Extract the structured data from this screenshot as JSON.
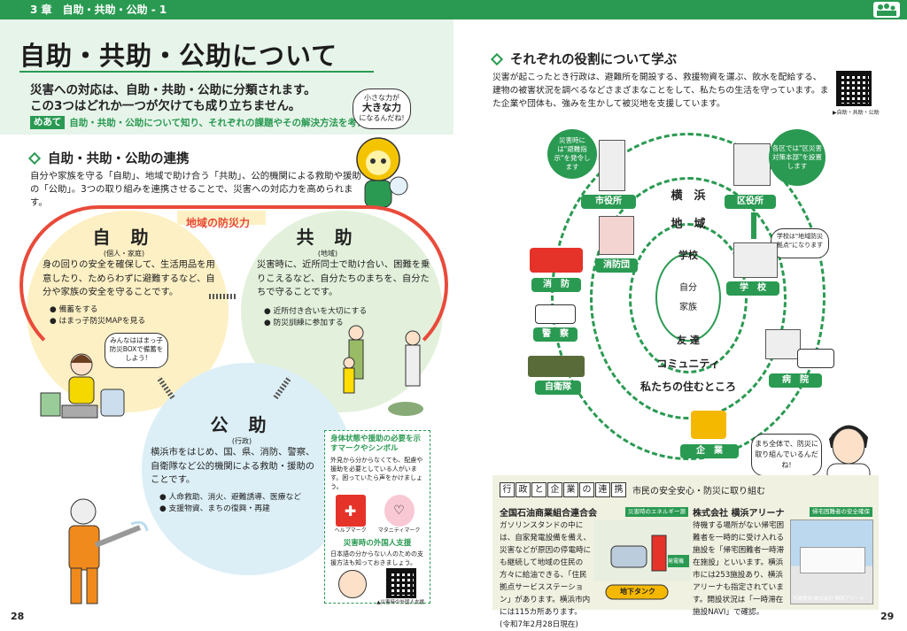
{
  "header": {
    "chapter": "3 章　自助・共助・公助 - 1"
  },
  "left": {
    "title": "自助・共助・公助について",
    "lead1": "災害への対応は、自助・共助・公助に分類されます。",
    "lead2": "この3つはどれか一つが欠けても成り立ちません。",
    "meate_tag": "めあて",
    "meate_text": "自助・共助・公助について知り、それぞれの課題やその解決方法を考える。",
    "bubble": {
      "a": "小さな力が",
      "b": "大きな力",
      "c": "になるんだね!"
    },
    "section": "自助・共助・公助の連携",
    "body": "自分や家族を守る「自助」、地域で助け合う「共助」、公的機関による救助や援助の「公助」。3つの取り組みを連携させることで、災害への対応力を高められます。",
    "bousai": "地域の防災力",
    "jijo": {
      "title": "自 助",
      "sub": "(個人・家庭)",
      "text": "身の回りの安全を確保して、生活用品を用意したり、ためらわずに避難するなど、自分や家族の安全を守ることです。",
      "b1": "備蓄をする",
      "b2": "はまっ子防災MAPを見る",
      "speech": "みんなははまっ子防災BOXで備蓄をしよう!"
    },
    "kyojo": {
      "title": "共 助",
      "sub": "(地域)",
      "text": "災害時に、近所同士で助け合い、困難を乗りこえるなど、自分たちのまちを、自分たちで守ることです。",
      "b1": "近所付き合いを大切にする",
      "b2": "防災訓練に参加する"
    },
    "kojo": {
      "title": "公 助",
      "sub": "(行政)",
      "text": "横浜市をはじめ、国、県、消防、警察、自衛隊など公的機関による救助・援助のことです。",
      "b1": "人命救助、消火、避難誘導、医療など",
      "b2": "支援物資、まちの復興・再建"
    },
    "sidebox": {
      "t1": "身体状態や援助の必要を示すマークやシンボル",
      "x1": "外見から分からなくても、配慮や援助を必要としている人がいます。困っていたら声をかけましょう。",
      "m1": "ヘルプマーク",
      "m2": "マタニティマーク",
      "t2": "災害時の外国人支援",
      "x2": "日本語の分からない人のための支援方法も知っておきましょう。",
      "src": "▲災害時の外国人支援"
    },
    "page": "28"
  },
  "right": {
    "qr_caption": "▶自助・共助・公助",
    "section": "それぞれの役割について学ぶ",
    "text": "災害が起こったとき行政は、避難所を開設する、救援物資を運ぶ、飲水を配給する、建物の被害状況を調べるなどさまざまなことをして、私たちの生活を守っています。また企業や団体も、強みを生かして被災地を支援しています。",
    "rings": {
      "yokohama": "横　浜",
      "chiiki": "地　域",
      "gakko": "学校",
      "jibun": "自分",
      "kazoku": "家族",
      "tomodachi": "友 達",
      "community": "コミュニティ",
      "sumu": "私たちの住むところ"
    },
    "labels": {
      "shiyakusho": "市役所",
      "kuyakusho": "区役所",
      "shobodan": "消防団",
      "shobo": "消　防",
      "gakko": "学　校",
      "keisatsu": "警　察",
      "byoin": "病　院",
      "jieitai": "自衛隊",
      "kigyo": "企　業"
    },
    "tags": {
      "hinan": "災害時には\"避難指示\"を発令します",
      "honbu": "各区では\"区災害対策本部\"を設置します",
      "kyoten": "学校は\"地域防災拠点\"になります"
    },
    "speech": "まち全体で、防災に取り組んでいるんだね!",
    "bottom": {
      "head_chars": [
        "行",
        "政",
        "と",
        "企",
        "業",
        "の",
        "連",
        "携"
      ],
      "head_text": "市民の安全安心・防災に取り組む",
      "c1_title": "全国石油商業組合連合会",
      "c1_tag": "災害時のエネルギー源",
      "c1_text": "ガソリンスタンドの中には、自家発電設備を備え、災害などが原因の停電時にも継続して地域の住民の方々に給油できる、「住民拠点サービスステーション」があります。横浜市内には115カ所あります。(令和7年2月28日現在)",
      "c1_tank": "地下タンク",
      "c1_gen": "発電機",
      "c2_title": "株式会社 横浜アリーナ",
      "c2_tag": "帰宅困難者の安全確保",
      "c2_text": "待機する場所がない帰宅困難者を一時的に受け入れる施設を「帰宅困難者一時滞在施設」といいます。横浜市には253施設あり、横浜アリーナも指定されています。開設状況は「一時滞在施設NAVI」で確認。",
      "c2_photo": "写真提供:株式会社 横浜アリーナ"
    },
    "page": "29"
  }
}
